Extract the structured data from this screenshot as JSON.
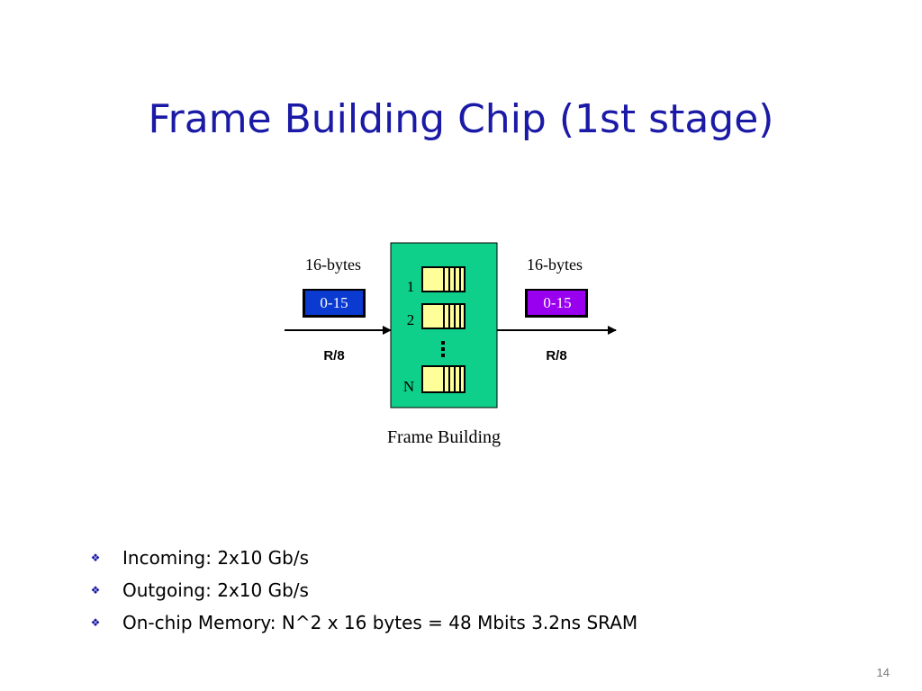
{
  "slide": {
    "title": "Frame Building Chip (1st stage)",
    "page_number": "14"
  },
  "diagram": {
    "input": {
      "size_label": "16-bytes",
      "range_label": "0-15",
      "rate_label": "R/8",
      "box_color": "#0a3ad0"
    },
    "output": {
      "size_label": "16-bytes",
      "range_label": "0-15",
      "rate_label": "R/8",
      "box_color": "#9a00f0"
    },
    "chip": {
      "caption": "Frame Building",
      "fill_color": "#0fd08a"
    },
    "queues": [
      {
        "label": "1"
      },
      {
        "label": "2"
      },
      {
        "label": "N"
      }
    ],
    "queue_cell_color": "#ffff99"
  },
  "bullets": [
    {
      "icon": "diamond-bullet-icon",
      "text": "Incoming: 2x10 Gb/s"
    },
    {
      "icon": "diamond-bullet-icon",
      "text": "Outgoing: 2x10 Gb/s"
    },
    {
      "icon": "diamond-bullet-icon",
      "text": "On-chip Memory: N^2 x 16 bytes = 48 Mbits 3.2ns SRAM"
    }
  ]
}
